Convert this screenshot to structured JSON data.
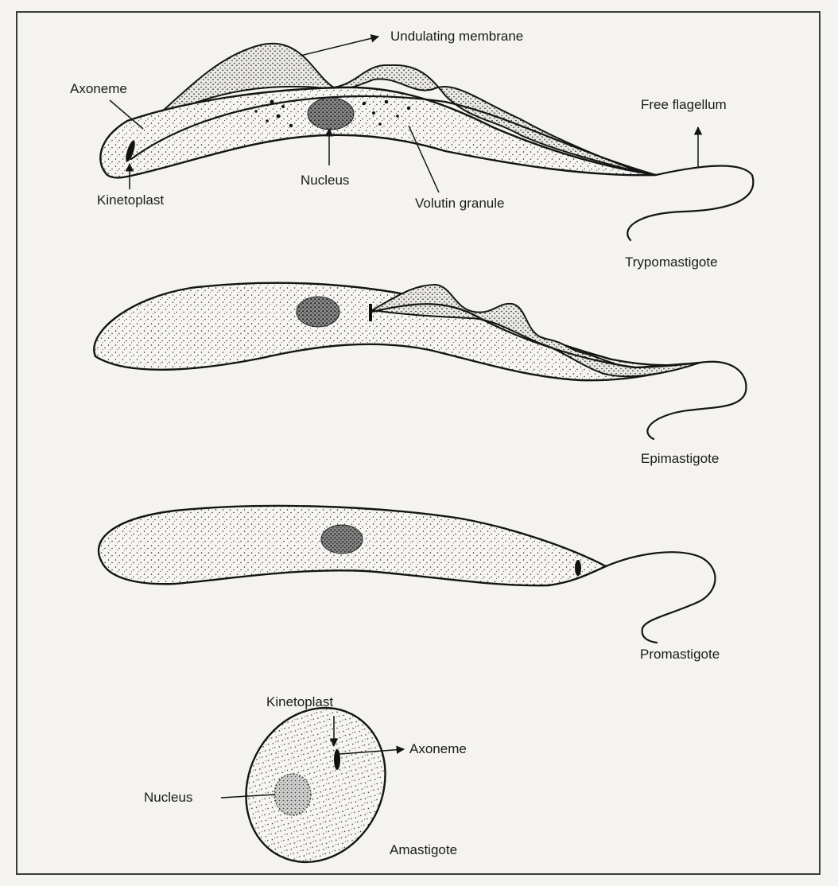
{
  "forms": [
    {
      "name": "Trypomastigote"
    },
    {
      "name": "Epimastigote"
    },
    {
      "name": "Promastigote"
    },
    {
      "name": "Amastigote"
    }
  ],
  "labels": {
    "undulating_membrane": "Undulating membrane",
    "axoneme_top": "Axoneme",
    "free_flagellum": "Free flagellum",
    "kinetoplast_top": "Kinetoplast",
    "nucleus_top": "Nucleus",
    "volutin_granule": "Volutin granule",
    "kinetoplast_amastigote": "Kinetoplast",
    "axoneme_amastigote": "Axoneme",
    "nucleus_amastigote": "Nucleus"
  },
  "colors": {
    "ink": "#141414",
    "paper": "#f4f3ef"
  }
}
